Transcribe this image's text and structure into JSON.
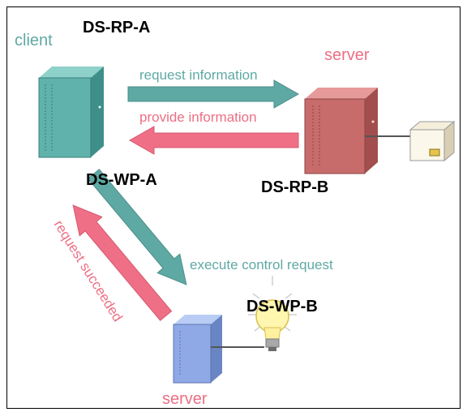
{
  "labels": {
    "client": "client",
    "ds_rp_a": "DS-RP-A",
    "server_top": "server",
    "request_information": "request information",
    "provide_information": "provide information",
    "ds_wp_a": "DS-WP-A",
    "ds_rp_b": "DS-RP-B",
    "request_succeeded": "request succeeded",
    "execute_control_request": "execute control request",
    "ds_wp_b": "DS-WP-B",
    "server_bottom": "server"
  },
  "colors": {
    "client_box": "#5fb3ac",
    "server_top_box": "#c86b6b",
    "server_bottom_box": "#8fa8e6",
    "teal_arrow": "#5fa9a4",
    "pink_arrow": "#ef6f86"
  },
  "icons": [
    "client-box-icon",
    "server-box-icon",
    "server-box-icon",
    "device-icon",
    "light-bulb-icon"
  ]
}
